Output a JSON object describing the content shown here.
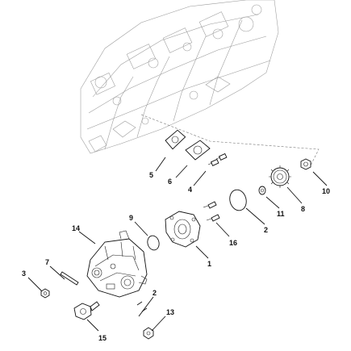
{
  "callouts": {
    "c1": "1",
    "c2a": "2",
    "c2b": "2",
    "c3": "3",
    "c4": "4",
    "c5": "5",
    "c6": "6",
    "c7": "7",
    "c8": "8",
    "c9": "9",
    "c10": "10",
    "c11": "11",
    "c13": "13",
    "c14": "14",
    "c15": "15",
    "c16": "16"
  }
}
